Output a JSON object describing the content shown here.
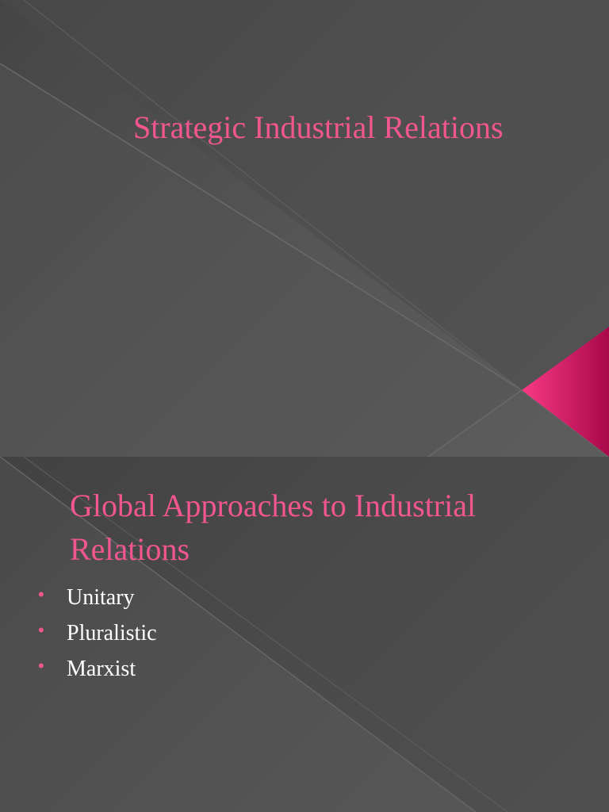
{
  "colors": {
    "accent": "#f2568f",
    "accent_dark": "#a8084a",
    "text": "#ffffff"
  },
  "slides": [
    {
      "title": "Strategic Industrial Relations"
    },
    {
      "title": "Global Approaches to Industrial Relations",
      "bullets": [
        {
          "label": "Unitary"
        },
        {
          "label": "Pluralistic"
        },
        {
          "label": "Marxist"
        }
      ]
    }
  ]
}
